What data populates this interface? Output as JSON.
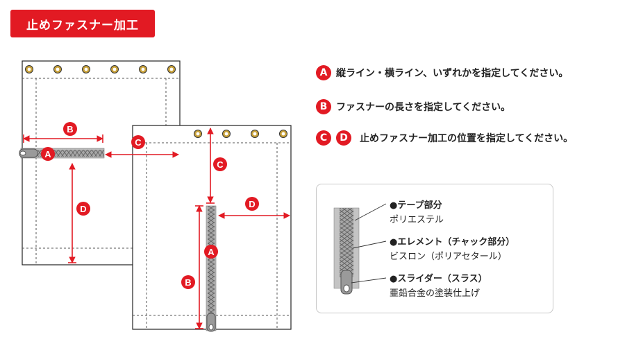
{
  "title": "止めファスナー加工",
  "badges": {
    "a": "A",
    "b": "B",
    "c": "C",
    "d": "D"
  },
  "instructions": [
    {
      "badges": [
        "A"
      ],
      "text": "縦ライン・横ライン、いずれかを指定してください。"
    },
    {
      "badges": [
        "B"
      ],
      "text": "ファスナーの長さを指定してください。"
    },
    {
      "badges": [
        "C",
        "D"
      ],
      "text": "止めファスナー加工の位置を指定してください。"
    }
  ],
  "legend": {
    "tape": {
      "name": "●テープ部分",
      "material": "ポリエステル"
    },
    "element": {
      "name": "●エレメント（チャック部分）",
      "material": "ビスロン（ポリアセタール）"
    },
    "slider": {
      "name": "●スライダー（スラス）",
      "material": "亜鉛合金の塗装仕上げ"
    }
  },
  "colors": {
    "accent": "#e21a23",
    "zipper": "#a6a6a6",
    "line": "#222222"
  }
}
